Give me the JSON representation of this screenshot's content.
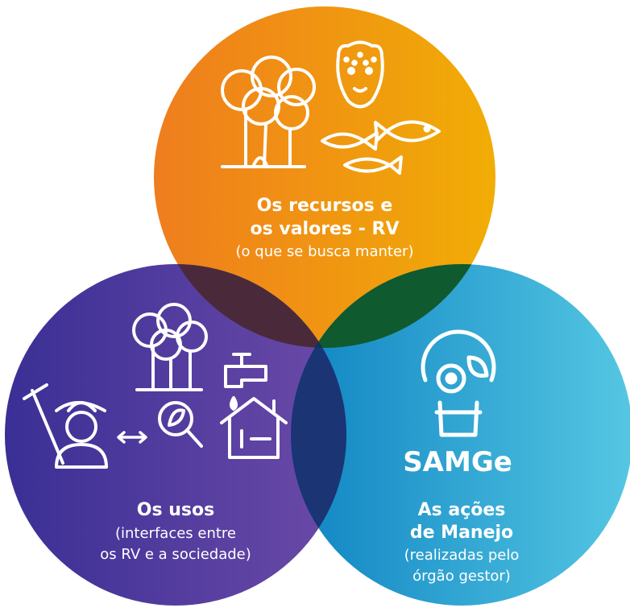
{
  "circles": {
    "top": {
      "title_line1": "Os recursos e",
      "title_line2": "os valores - RV",
      "subtitle": "(o que se busca manter)",
      "color_start": "#ef7d1e",
      "color_end": "#f1ad05",
      "icons": [
        "trees-icon",
        "jaguar-icon",
        "fish-icon"
      ]
    },
    "left": {
      "title": "Os usos",
      "subtitle_line1": "(interfaces entre",
      "subtitle_line2": "os RV e a sociedade)",
      "color_start": "#3a2f95",
      "color_end": "#6c4aa8",
      "icons": [
        "farmer-icon",
        "double-arrow-icon",
        "magnifier-leaf-icon",
        "trees-icon",
        "faucet-icon",
        "house-icon"
      ]
    },
    "right": {
      "brand": "SAMGe",
      "title_line1": "As ações",
      "title_line2": "de Manejo",
      "subtitle_line1": "(realizadas pelo",
      "subtitle_line2": "órgão gestor)",
      "color_start": "#0f84c2",
      "color_end": "#55c7e3",
      "icons": [
        "samge-logo-icon"
      ]
    }
  },
  "overlap_colors": {
    "top_left": "#4a2a3a",
    "top_right": "#0f5a2f",
    "left_right": "#1a3474",
    "center": "#08365e"
  }
}
